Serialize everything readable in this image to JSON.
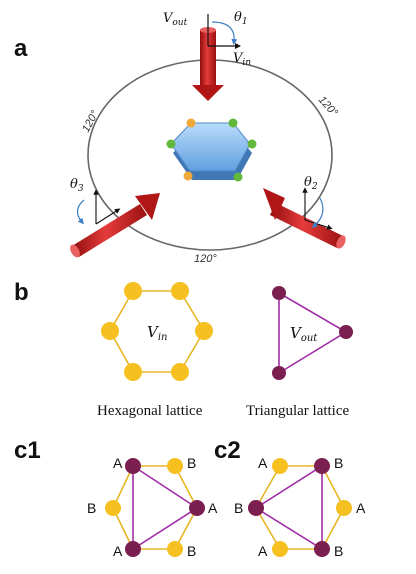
{
  "colors": {
    "yellow_site": "#f5c020",
    "purple_site": "#7a1f4f",
    "hex_bond": "#e8b524",
    "tri_bond": "#a12fa6",
    "arrow_red": "#c41e1e",
    "hex_blue": "#8cc2f5",
    "ring": "#666666"
  },
  "panel_a": {
    "label": "a",
    "v_out": "V",
    "v_out_sub": "out",
    "v_in": "V",
    "v_in_sub": "in",
    "theta1": "θ",
    "theta1_sub": "1",
    "theta2": "θ",
    "theta2_sub": "2",
    "theta3": "θ",
    "theta3_sub": "3",
    "angle_left": "120°",
    "angle_right": "120°",
    "angle_bottom": "120°"
  },
  "panel_b": {
    "label": "b",
    "hex_label": "V",
    "hex_label_sub": "in",
    "tri_label": "V",
    "tri_label_sub": "out",
    "hex_caption": "Hexagonal lattice",
    "tri_caption": "Triangular lattice"
  },
  "panel_c1": {
    "label": "c1",
    "sites": [
      "A",
      "B",
      "B",
      "A",
      "A",
      "B"
    ]
  },
  "panel_c2": {
    "label": "c2",
    "sites": [
      "A",
      "B",
      "B",
      "A",
      "A",
      "B"
    ]
  }
}
